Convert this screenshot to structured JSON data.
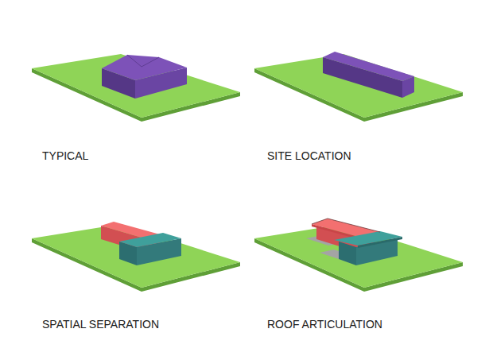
{
  "diagram": {
    "labels": [
      "TYPICAL",
      "SITE LOCATION",
      "SPATIAL SEPARATION",
      "ROOF ARTICULATION"
    ]
  }
}
